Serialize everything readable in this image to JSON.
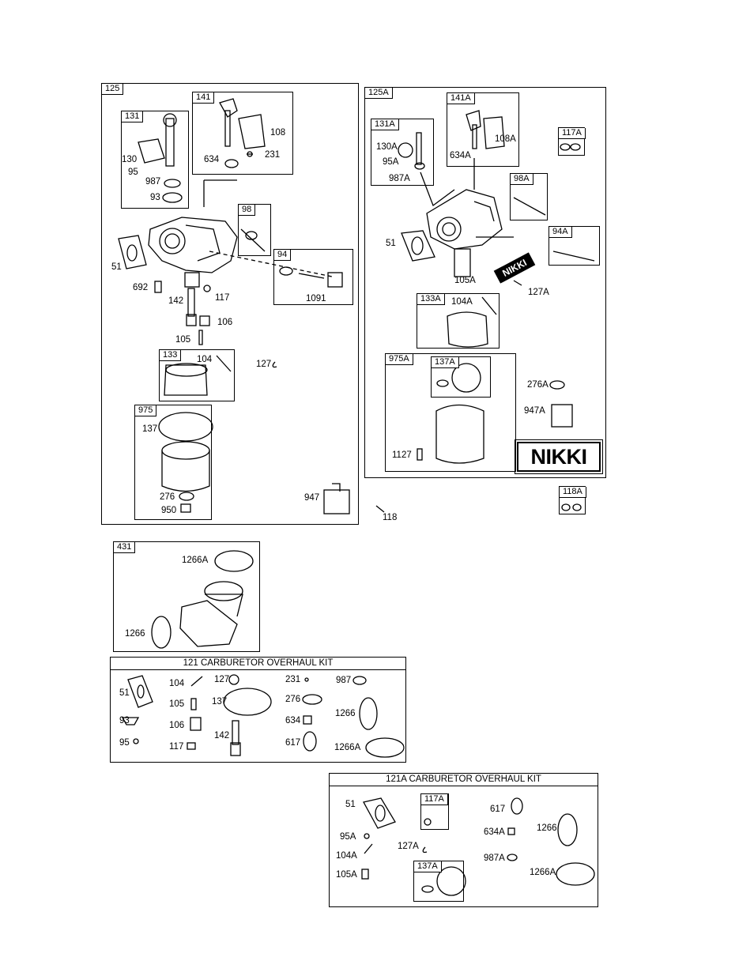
{
  "panels": {
    "p125": "125",
    "p125A": "125A",
    "p131": "131",
    "p141": "141",
    "p98": "98",
    "p94": "94",
    "p133": "133",
    "p975": "975",
    "p131A": "131A",
    "p141A": "141A",
    "p117A": "117A",
    "p98A": "98A",
    "p94A": "94A",
    "p133A": "133A",
    "p975A": "975A",
    "p137A": "137A",
    "p118A": "118A",
    "p431": "431",
    "k117A": "117A",
    "k137A": "137A"
  },
  "parts": {
    "l130": "130",
    "l95": "95",
    "l987": "987",
    "l93": "93",
    "l108": "108",
    "l634": "634",
    "l231": "231",
    "l51": "51",
    "l692": "692",
    "l142": "142",
    "l117": "117",
    "l106": "106",
    "l105": "105",
    "l1091": "1091",
    "l104": "104",
    "l127": "127",
    "l137": "137",
    "l276": "276",
    "l950": "950",
    "l947": "947",
    "l118": "118",
    "l130A": "130A",
    "l95A": "95A",
    "l987A": "987A",
    "l108A": "108A",
    "l634A": "634A",
    "l51A": "51",
    "l105A": "105A",
    "l127A": "127A",
    "l104A": "104A",
    "l276A": "276A",
    "l947A": "947A",
    "l1127": "1127",
    "l1266A": "1266A",
    "l1266": "1266"
  },
  "brand": {
    "nikki": "NIKKI"
  },
  "kit121": {
    "title": "121 CARBURETOR OVERHAUL KIT",
    "items": [
      "51",
      "104",
      "105",
      "93",
      "106",
      "95",
      "117",
      "127",
      "137",
      "142",
      "231",
      "276",
      "634",
      "617",
      "987",
      "1266",
      "1266A"
    ]
  },
  "kit121A": {
    "title": "121A CARBURETOR OVERHAUL KIT",
    "items": [
      "51",
      "95A",
      "104A",
      "105A",
      "127A",
      "617",
      "634A",
      "987A",
      "1266",
      "1266A"
    ]
  }
}
